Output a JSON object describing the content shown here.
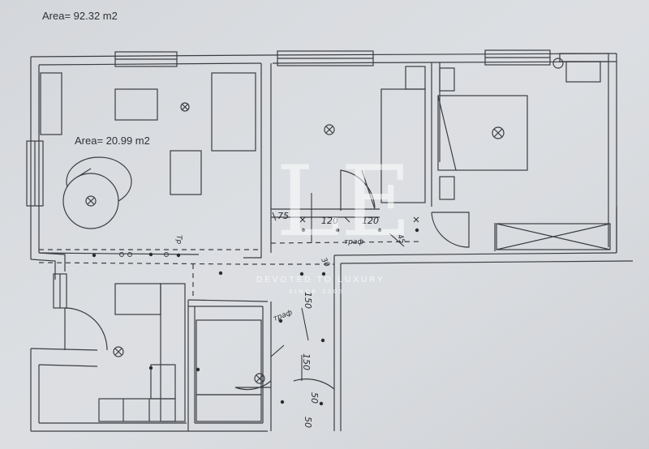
{
  "plan": {
    "total_area_label": "Area=  92.32  m2",
    "room_area_label": "Area=  20.99  m2"
  },
  "annotations": {
    "dim_75": "75",
    "dim_120a": "120",
    "dim_120b": "120",
    "dim_45": "45",
    "traf_1": "траф",
    "traf_2": "траф",
    "dim_150a": "150",
    "dim_150b": "150",
    "dim_50a": "50",
    "dim_50b": "50",
    "dim_30": "30",
    "tr_mark": "Тр"
  },
  "watermark": {
    "monogram": "LE",
    "brand": "DEVOTED TO LUXURY",
    "since": "SINCE 2005"
  },
  "colors": {
    "paper": "#d9dce0",
    "wall": "#3a3d42",
    "watermark": "#ffffff"
  }
}
